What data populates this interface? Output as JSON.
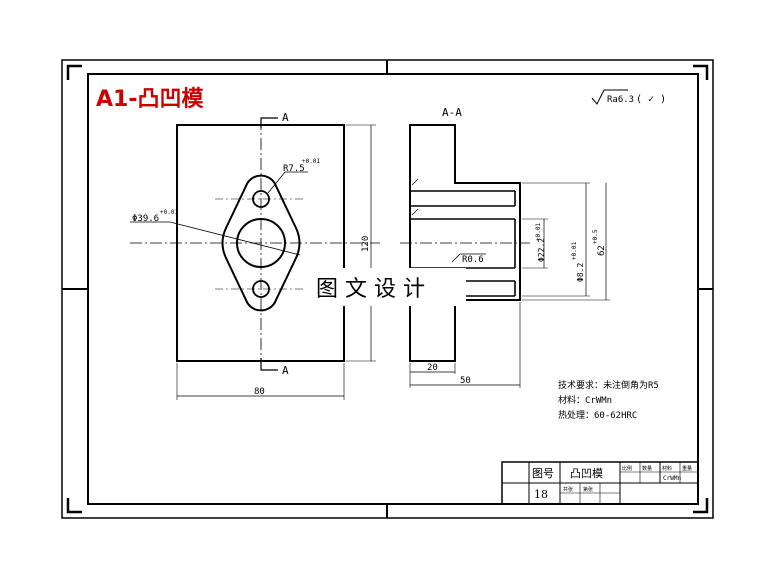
{
  "title": "A1-凸凹模",
  "roughness": {
    "symbol": "Ra6.3",
    "suffix": "( ✓ )"
  },
  "section_label": "A-A",
  "cut_marker": "A",
  "dims": {
    "width": "80",
    "height": "120",
    "hole_radius": "R7.5",
    "hole_radius_tol": "+0.01",
    "center_dia": "Φ39.6",
    "center_dia_tol": "+0.01",
    "thickness_step": "20",
    "depth": "50",
    "fillet": "R0.6",
    "bore": "Φ22.2",
    "bore_tol": "+0.01",
    "pin_dia": "Φ8.2",
    "pin_dia_tol": "+0.01",
    "pitch": "62",
    "pitch_tol": "+0.5"
  },
  "watermark": "图 文 设 计",
  "tech_notes": [
    "技术要求：未注倒角为R5",
    "材料：CrWMn",
    "热处理：60-62HRC"
  ],
  "title_block": {
    "drawing_no_label": "图号",
    "drawing_no": "18",
    "part_name": "凸凹模",
    "material": "CrWMn",
    "small_labels": [
      "比例",
      "数量",
      "材料",
      "重量",
      "共张",
      "第张"
    ]
  }
}
